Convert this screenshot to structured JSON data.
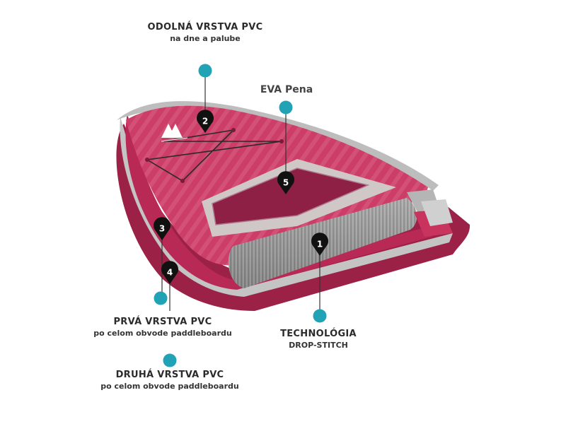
{
  "labels": {
    "pvc_top": {
      "title": "ODOLNÁ  VRSTVA PVC",
      "sub": "na dne a palube"
    },
    "eva": {
      "title": "EVA Pena"
    },
    "first_pvc": {
      "title": "PRVÁ VRSTVA PVC",
      "sub": "po celom obvode paddleboardu"
    },
    "second_pvc": {
      "title": "DRUHÁ VRSTVA PVC",
      "sub": "po celom obvode paddleboardu"
    },
    "drop_stitch": {
      "title": "TECHNOLÓGIA",
      "sub": "DROP-STITCH"
    }
  },
  "markers": [
    "1",
    "2",
    "3",
    "4",
    "5"
  ],
  "colors": {
    "accent_dot": "#22a3b5",
    "board_pink": "#c8345d",
    "deck_pink": "#d65479",
    "pad_maroon": "#8e1f45",
    "pvc_grey": "#b8b8b8",
    "core_grey": "#9c9c9c",
    "marker": "#111111"
  }
}
